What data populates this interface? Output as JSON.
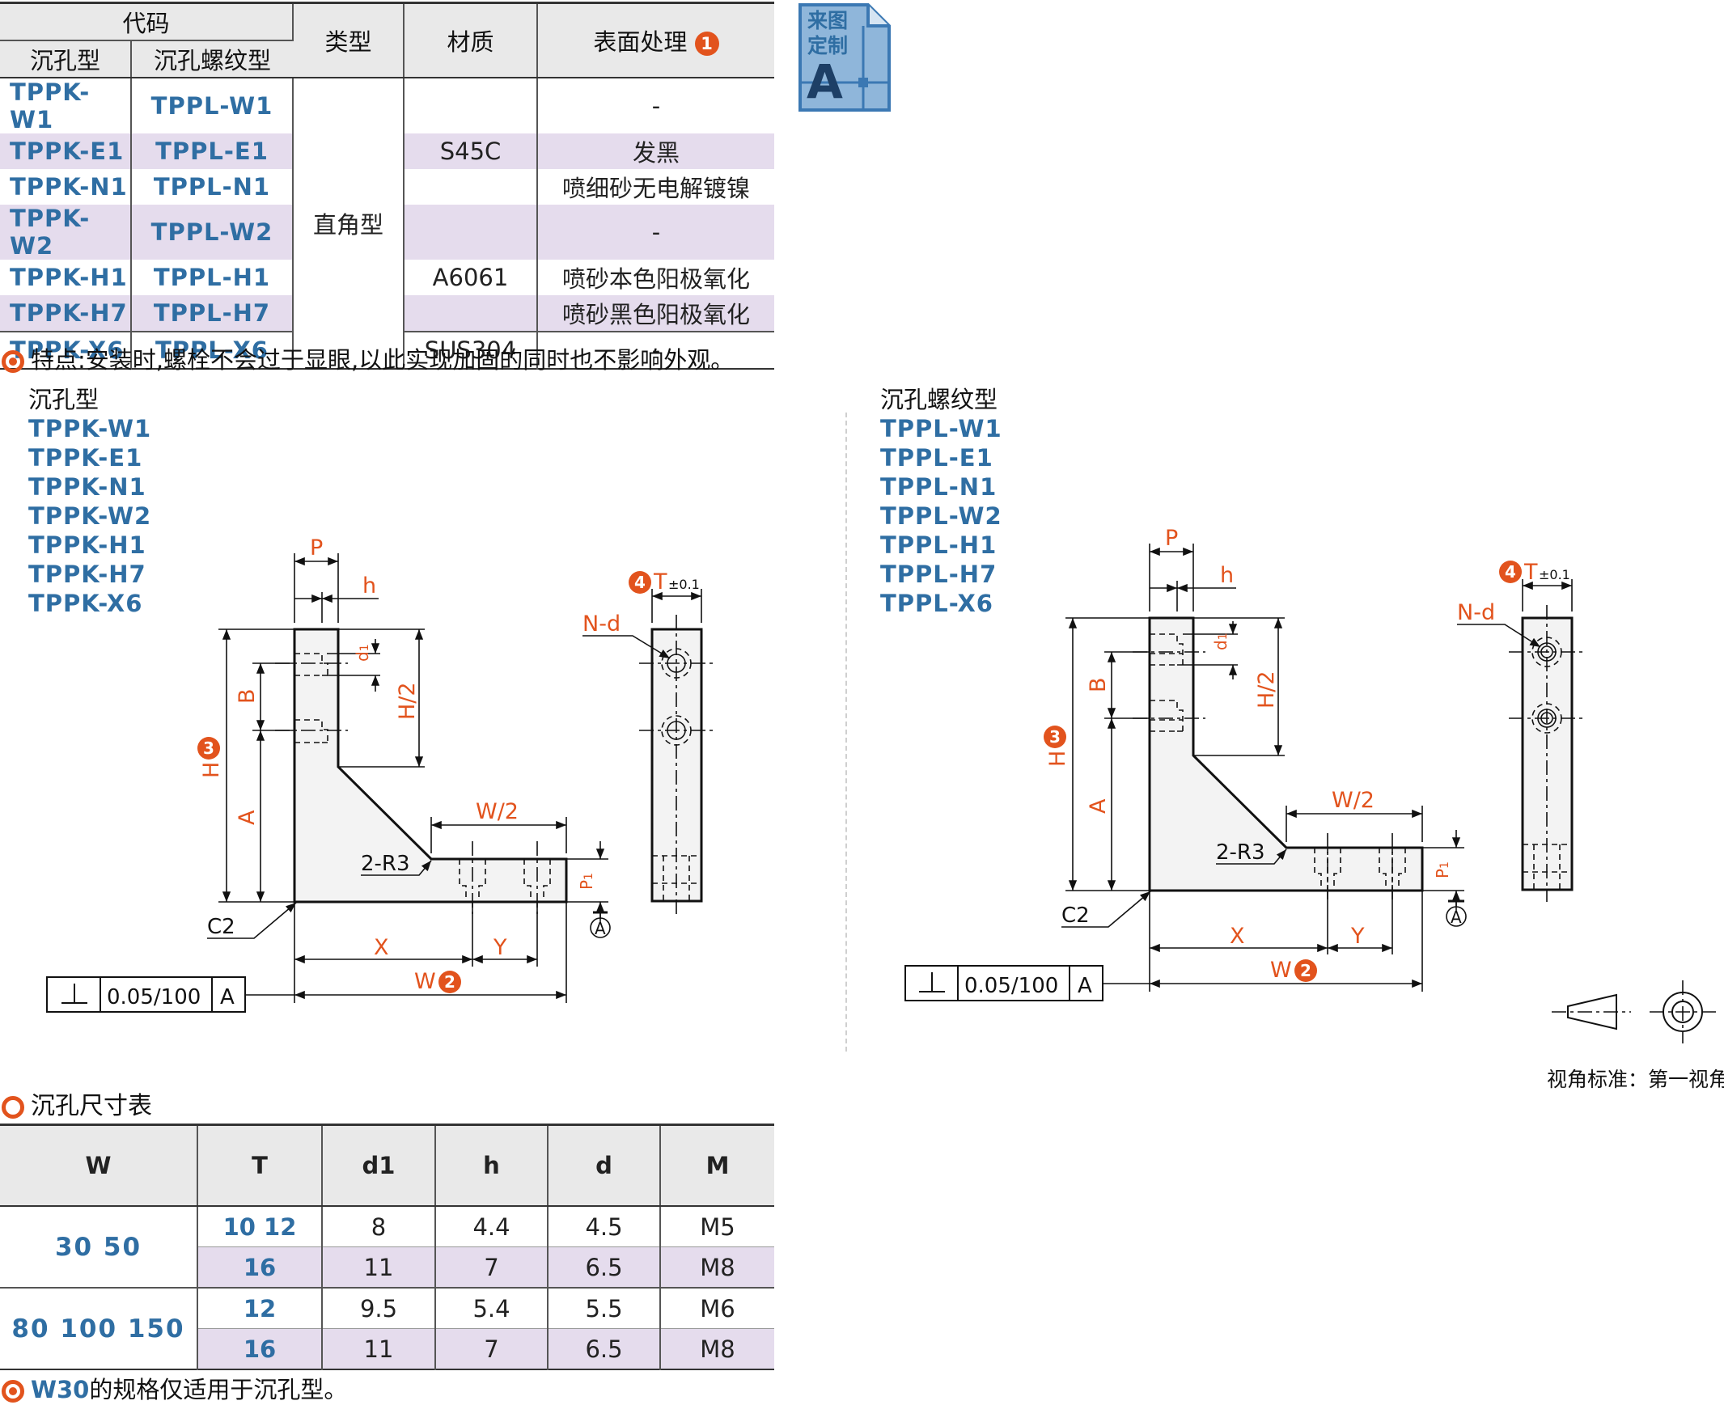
{
  "spec_table": {
    "header": {
      "code": "代码",
      "code_counterbore": "沉孔型",
      "code_threaded": "沉孔螺纹型",
      "type": "类型",
      "material": "材质",
      "surface": "表面处理",
      "surface_badge": "1"
    },
    "rows": [
      {
        "k": "TPPK-W1",
        "l": "TPPL-W1",
        "surface": "-"
      },
      {
        "k": "TPPK-E1",
        "l": "TPPL-E1",
        "surface": "发黑"
      },
      {
        "k": "TPPK-N1",
        "l": "TPPL-N1",
        "surface": "喷细砂无电解镀镍"
      },
      {
        "k": "TPPK-W2",
        "l": "TPPL-W2",
        "surface": "-"
      },
      {
        "k": "TPPK-H1",
        "l": "TPPL-H1",
        "surface": "喷砂本色阳极氧化"
      },
      {
        "k": "TPPK-H7",
        "l": "TPPL-H7",
        "surface": "喷砂黑色阳极氧化"
      },
      {
        "k": "TPPK-X6",
        "l": "TPPL-X6",
        "surface": "-"
      }
    ],
    "type_value": "直角型",
    "materials": [
      "S45C",
      "A6061",
      "SUS304"
    ]
  },
  "badge_custom": {
    "line1": "来图",
    "line2": "定制",
    "letter": "A"
  },
  "feature_note": "特点:安装时,螺栓不会过于显眼,以此实现加固的同时也不影响外观。",
  "left_drawing": {
    "title": "沉孔型",
    "codes": [
      "TPPK-W1",
      "TPPK-E1",
      "TPPK-N1",
      "TPPK-W2",
      "TPPK-H1",
      "TPPK-H7",
      "TPPK-X6"
    ]
  },
  "right_drawing": {
    "title": "沉孔螺纹型",
    "codes": [
      "TPPL-W1",
      "TPPL-E1",
      "TPPL-N1",
      "TPPL-W2",
      "TPPL-H1",
      "TPPL-H7",
      "TPPL-X6"
    ]
  },
  "dims": {
    "P": "P",
    "h": "h",
    "d1": "d",
    "d1_sub": "1",
    "B": "B",
    "H2": "H/2",
    "H": "H",
    "H_badge": "3",
    "A": "A",
    "W2": "W/2",
    "R3": "2-R3",
    "P1": "P",
    "P1_sub": "1",
    "C2": "C2",
    "X": "X",
    "Y": "Y",
    "W": "W",
    "W_badge": "2",
    "T": "T",
    "T_tol": "±0.1",
    "T_badge": "4",
    "Nd": "N-d",
    "datum": "A",
    "tolerance": "0.05/100",
    "tolerance_datum": "A"
  },
  "view_standard": "视角标准：第一视角",
  "size_section_title": "沉孔尺寸表",
  "size_table": {
    "headers": [
      "W",
      "T",
      "d1",
      "h",
      "d",
      "M"
    ],
    "groups": [
      {
        "w": "30  50",
        "rows": [
          {
            "t": "10  12",
            "d1": "8",
            "h": "4.4",
            "d": "4.5",
            "m": "M5"
          },
          {
            "t": "16",
            "d1": "11",
            "h": "7",
            "d": "6.5",
            "m": "M8"
          }
        ]
      },
      {
        "w": "80  100  150",
        "rows": [
          {
            "t": "12",
            "d1": "9.5",
            "h": "5.4",
            "d": "5.5",
            "m": "M6"
          },
          {
            "t": "16",
            "d1": "11",
            "h": "7",
            "d": "6.5",
            "m": "M8"
          }
        ]
      }
    ]
  },
  "footnote": {
    "code": "W30",
    "text": "的规格仅适用于沉孔型。"
  },
  "colors": {
    "accent": "#e2531d",
    "code_blue": "#2f6ea3",
    "band": "#e5dced",
    "header_bg": "#e9e9e9",
    "part_fill": "#f3f3f3"
  }
}
